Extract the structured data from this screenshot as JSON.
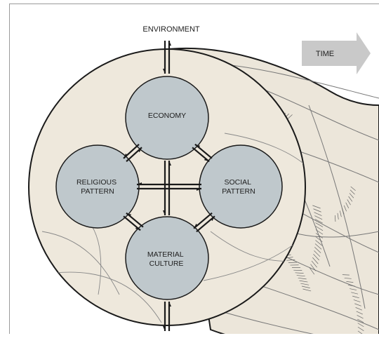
{
  "diagram": {
    "top_label": "ENVIRONMENT",
    "time_label": "TIME",
    "nodes": {
      "economy": [
        "ECONOMY"
      ],
      "religious": [
        "RELIGIOUS",
        "PATTERN"
      ],
      "social": [
        "SOCIAL",
        "PATTERN"
      ],
      "material": [
        "MATERIAL",
        "CULTURE"
      ]
    },
    "colors": {
      "node_fill": "#bfc8cc",
      "tube_fill": "#eee8dc",
      "stroke": "#1a1a1a",
      "arrow_fill": "#c9c9c9"
    }
  }
}
